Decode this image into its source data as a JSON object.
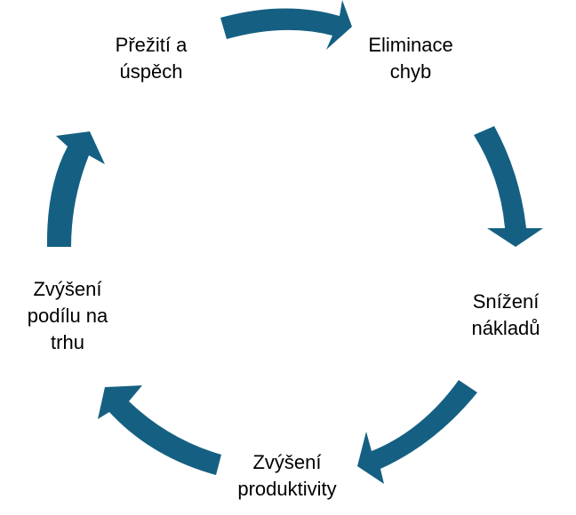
{
  "colors": {
    "arrow": "#156082",
    "text": "#000000"
  },
  "cycle": [
    {
      "lines": [
        "Přežití a",
        "úspěch"
      ]
    },
    {
      "lines": [
        "Eliminace",
        "chyb"
      ]
    },
    {
      "lines": [
        "Snížení",
        "nákladů"
      ]
    },
    {
      "lines": [
        "Zvýšení",
        "produktivity"
      ]
    },
    {
      "lines": [
        "Zvýšení",
        "podílu na",
        "trhu"
      ]
    }
  ]
}
